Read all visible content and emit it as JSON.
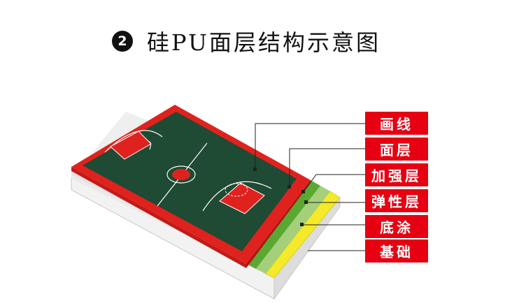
{
  "title": {
    "number": "2",
    "text": "硅PU面层结构示意图"
  },
  "layers": [
    {
      "label": "画线",
      "color": "#e60012"
    },
    {
      "label": "面层",
      "color": "#e60012"
    },
    {
      "label": "加强层",
      "color": "#e60012"
    },
    {
      "label": "弹性层",
      "color": "#e60012"
    },
    {
      "label": "底涂",
      "color": "#e60012"
    },
    {
      "label": "基础",
      "color": "#e60012"
    }
  ],
  "colors": {
    "court_green": "#1f4a33",
    "court_red": "#e0221e",
    "reinforce_green": "#5aa832",
    "elastic_green": "#a6cf7b",
    "primer_yellow": "#f5ea2a",
    "base_gray": "#e6e6e6"
  }
}
